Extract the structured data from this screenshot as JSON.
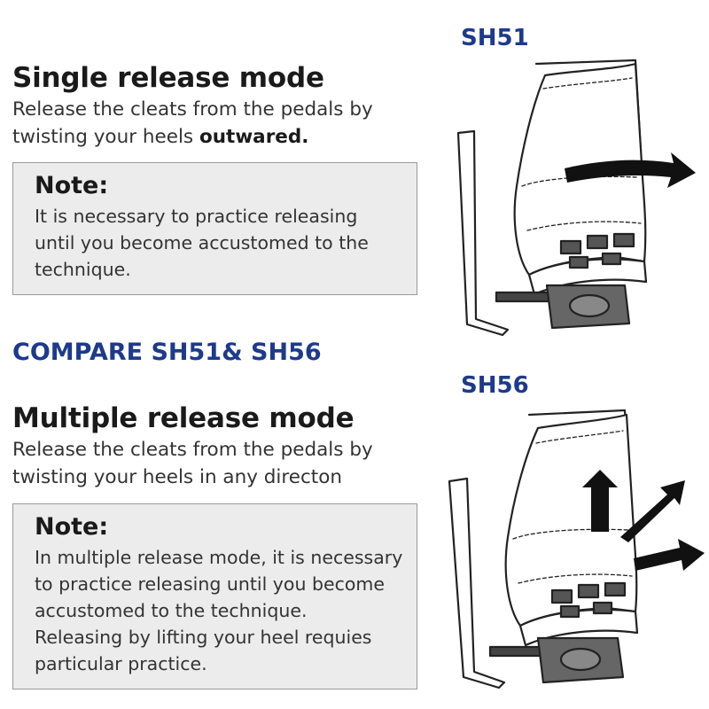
{
  "single": {
    "title": "Single release mode",
    "line1": "Release the cleats from the pedals by",
    "line2_prefix": "twisting your heels ",
    "line2_bold": "outwared.",
    "note_title": "Note:",
    "note_lines": [
      "It is necessary to practice releasing",
      "until you become accustomed to the",
      "technique."
    ]
  },
  "compare_heading": "COMPARE SH51& SH56",
  "multiple": {
    "title": "Multiple release mode",
    "line1": "Release the cleats from the pedals by",
    "line2": "twisting your heels in any directon",
    "note_title": "Note:",
    "note_lines": [
      "In multiple release mode, it is necessary",
      "to practice releasing until you become",
      "accustomed to the technique.",
      "Releasing by lifting your heel requies",
      "particular practice."
    ]
  },
  "labels": {
    "sh51": "SH51",
    "sh56": "SH56"
  },
  "colors": {
    "heading_blue": "#1d3a8c",
    "note_bg": "#ececec",
    "note_border": "#9a9a9a"
  },
  "icons": {
    "shoe_top": "cycling-shoe-on-pedal-illustration",
    "shoe_bottom": "cycling-shoe-on-pedal-illustration",
    "arrows": "release-direction-arrow-icon"
  }
}
